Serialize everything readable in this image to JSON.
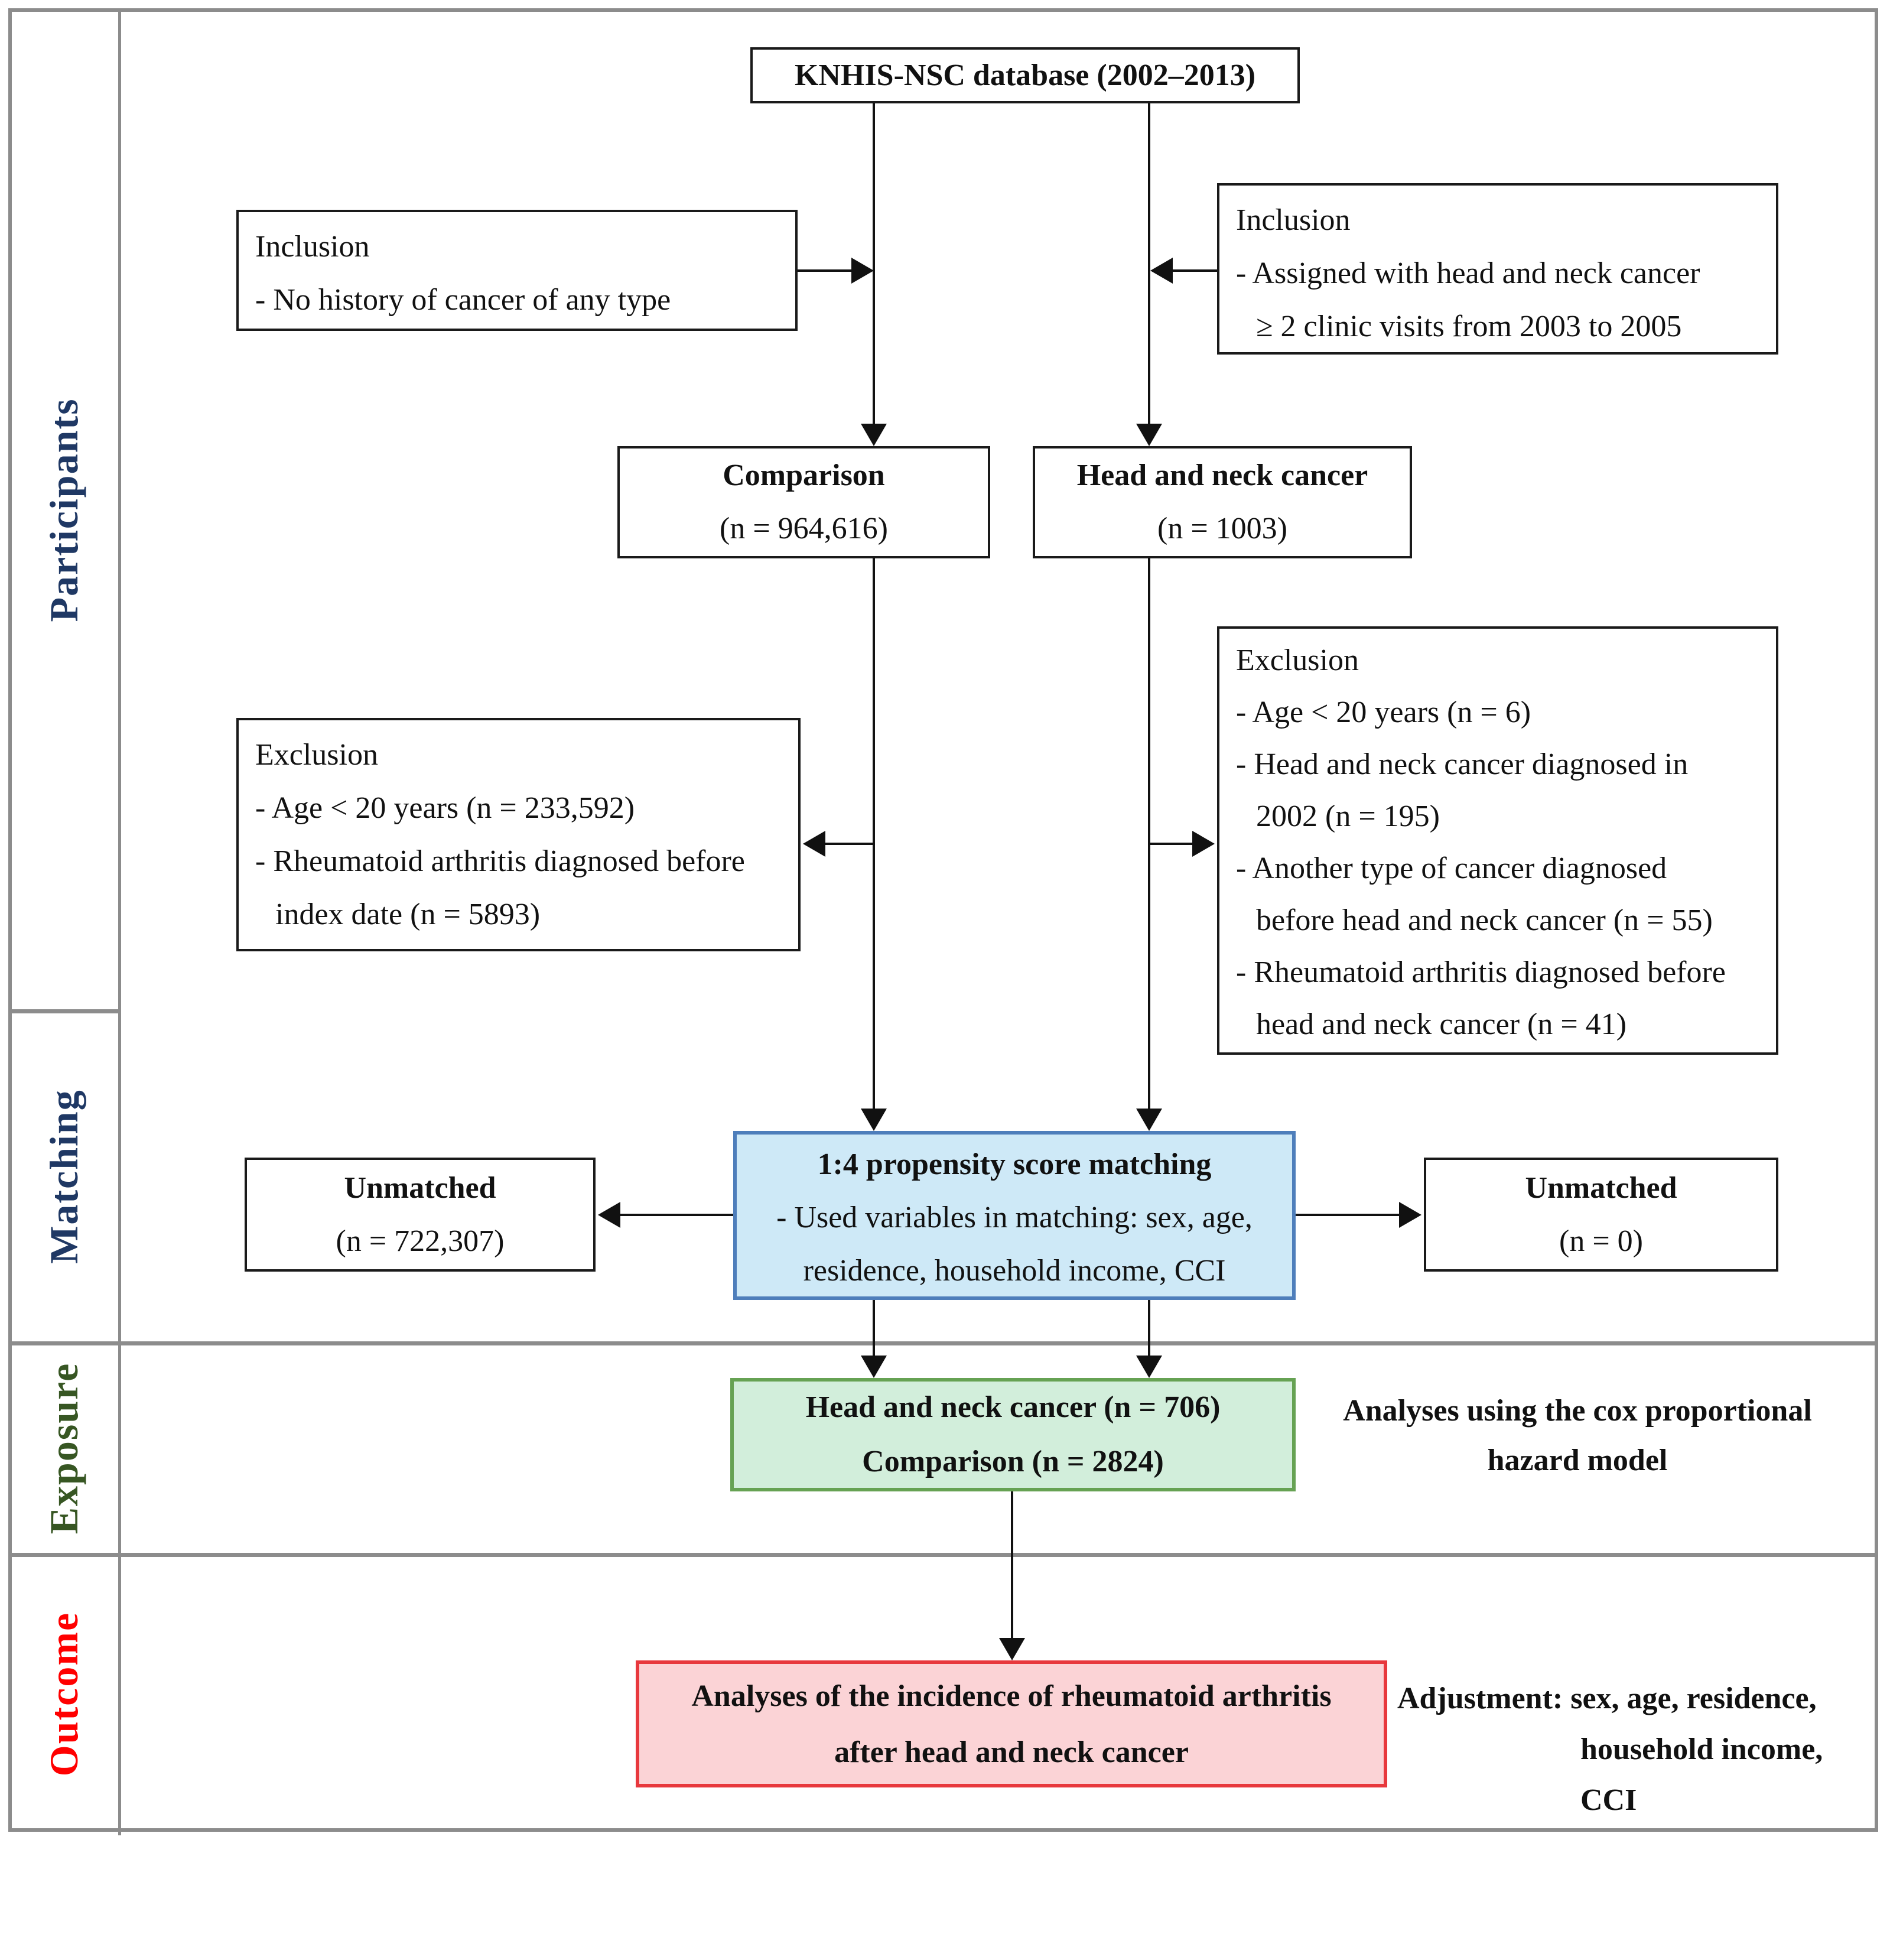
{
  "sidebar": {
    "participants": {
      "label": "Participants",
      "color": "#1F3864"
    },
    "matching": {
      "label": "Matching",
      "color": "#1F3864"
    },
    "exposure": {
      "label": "Exposure",
      "color": "#375623"
    },
    "outcome": {
      "label": "Outcome",
      "color": "#FF0000"
    }
  },
  "boxes": {
    "database": {
      "title": "KNHIS-NSC database (2002–2013)"
    },
    "inclusion_left": {
      "title": "Inclusion",
      "lines": [
        "- No history of cancer of any type"
      ]
    },
    "inclusion_right": {
      "title": "Inclusion",
      "lines": [
        "- Assigned with head and neck cancer",
        "≥ 2 clinic visits from 2003 to 2005"
      ]
    },
    "comparison": {
      "title": "Comparison",
      "n": "(n = 964,616)"
    },
    "head_neck_cancer": {
      "title": "Head and neck cancer",
      "n": "(n = 1003)"
    },
    "exclusion_left": {
      "title": "Exclusion",
      "lines": [
        "- Age < 20 years (n = 233,592)",
        "- Rheumatoid arthritis diagnosed before",
        "index date (n = 5893)"
      ]
    },
    "exclusion_right": {
      "title": "Exclusion",
      "lines": [
        "- Age < 20 years (n = 6)",
        "- Head and neck cancer diagnosed in",
        "2002 (n = 195)",
        "- Another type of cancer diagnosed",
        "before head and neck cancer (n = 55)",
        "- Rheumatoid arthritis diagnosed before",
        "head and neck cancer (n = 41)"
      ]
    },
    "propensity_matching": {
      "title": "1:4 propensity score matching",
      "lines": [
        "- Used variables in matching: sex, age,",
        "residence, household income, CCI"
      ],
      "fill": "#CEE9F7",
      "border": "#4E7EBB"
    },
    "unmatched_left": {
      "title": "Unmatched",
      "n": "(n = 722,307)"
    },
    "unmatched_right": {
      "title": "Unmatched",
      "n": "(n = 0)"
    },
    "matched_cohort": {
      "lines": [
        "Head and neck cancer (n = 706)",
        "Comparison (n = 2824)"
      ],
      "fill": "#D2EEDB",
      "border": "#66A253"
    },
    "outcome_analysis": {
      "lines": [
        "Analyses of the incidence of rheumatoid arthritis",
        "after head and neck cancer"
      ],
      "fill": "#FBD3D6",
      "border": "#E8383D"
    }
  },
  "annotations": {
    "cox_model": {
      "lines": [
        "Analyses using the cox proportional",
        "hazard model"
      ]
    },
    "adjustment": {
      "lines": [
        "Adjustment: sex, age, residence,",
        "household income,",
        "CCI"
      ]
    }
  }
}
